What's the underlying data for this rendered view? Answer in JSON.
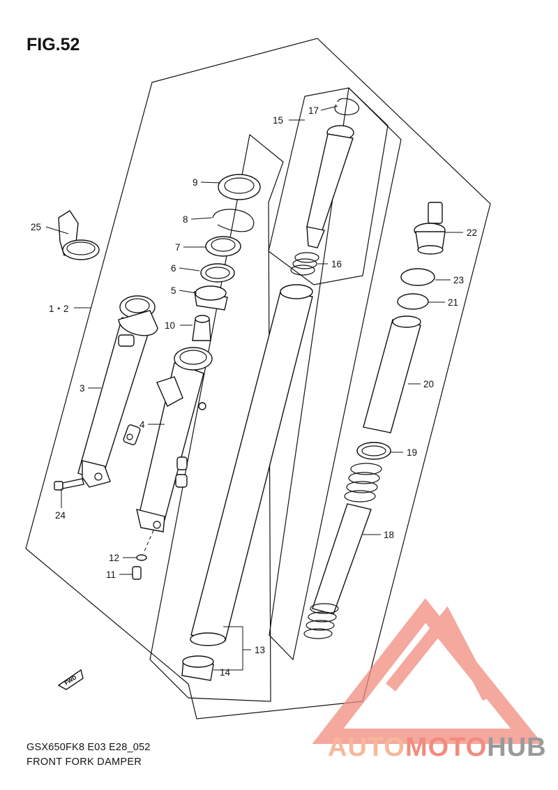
{
  "figure": {
    "title": "FIG.52",
    "model_code": "GSX650FK8 E03 E28_052",
    "description": "FRONT FORK DAMPER"
  },
  "callouts": [
    "1・2",
    "3",
    "4",
    "5",
    "6",
    "7",
    "8",
    "9",
    "10",
    "11",
    "12",
    "13",
    "14",
    "15",
    "16",
    "17",
    "18",
    "19",
    "20",
    "21",
    "22",
    "23",
    "24",
    "25"
  ],
  "direction_marker": "FWD",
  "watermark": {
    "brand_part1": "AUTO",
    "brand_part2": "MOTO",
    "brand_part3": "HUB",
    "colors": {
      "logo": "#f28b7e",
      "auto": "#f7b89a",
      "moto": "#f28b7e",
      "hub": "#9a9a9a"
    }
  }
}
